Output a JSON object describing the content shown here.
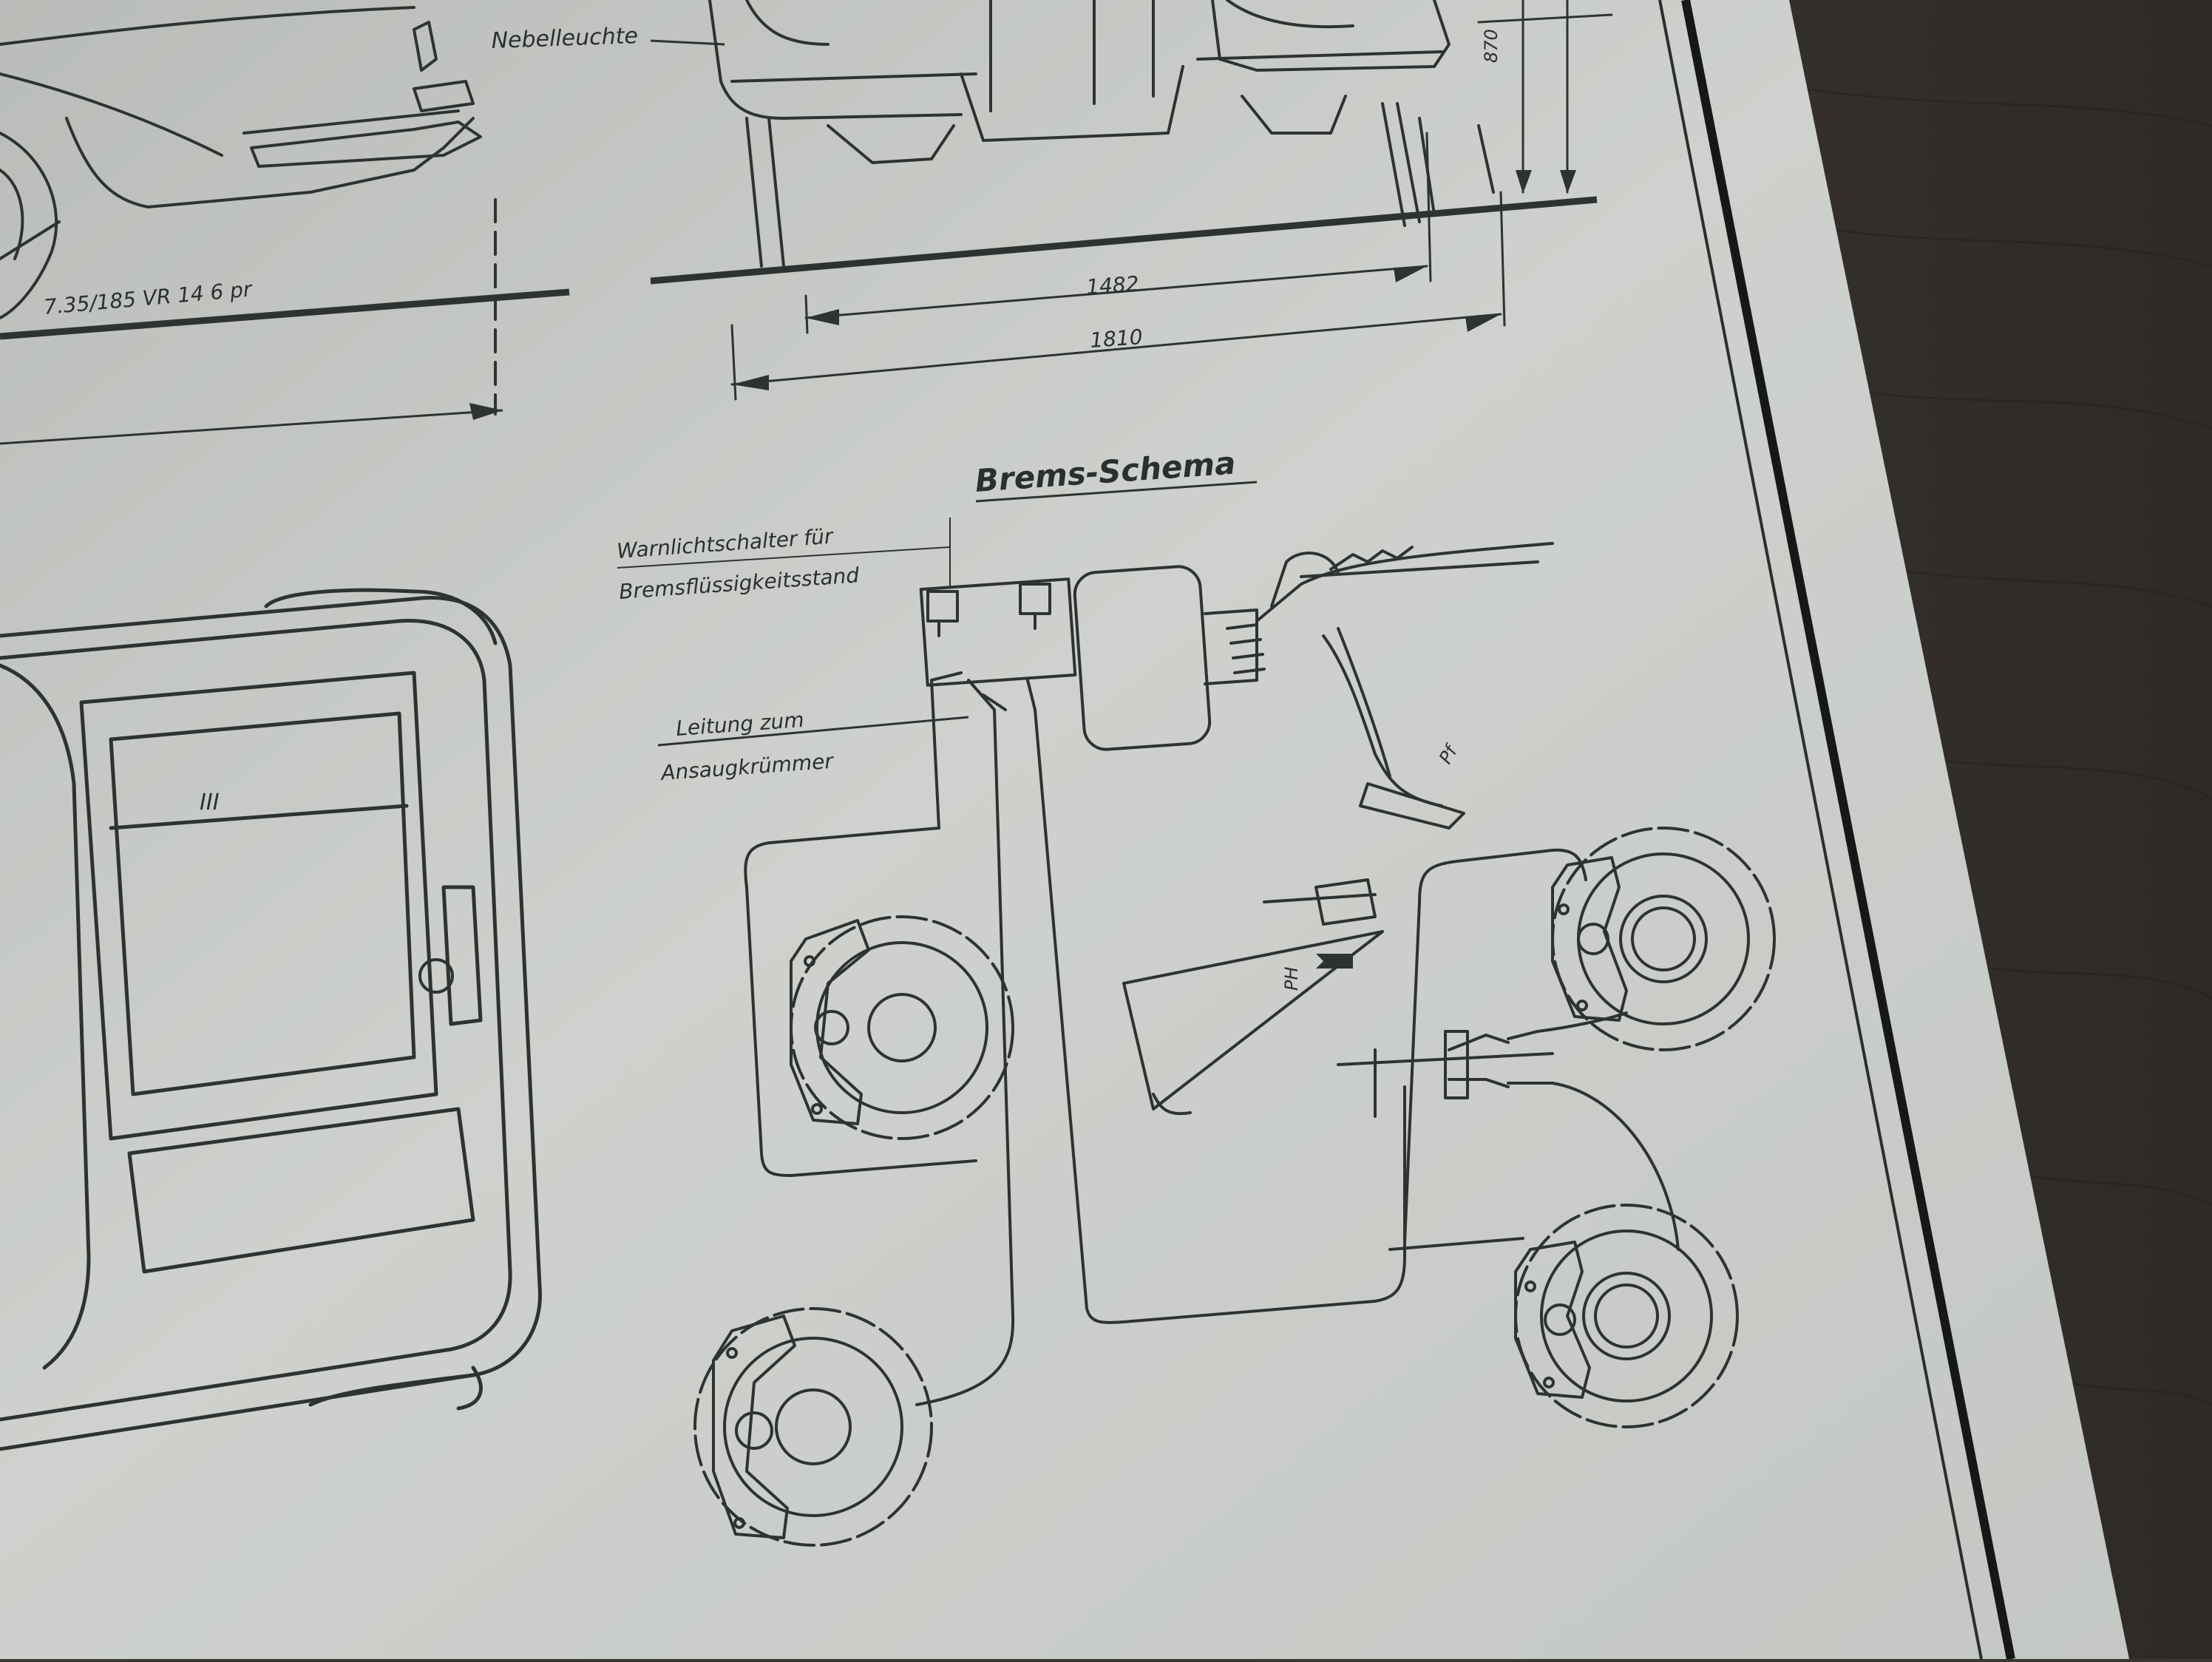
{
  "labels": {
    "fog_light": "Nebelleuchte",
    "tire_size": "7.35/185 VR 14  6 pr",
    "dim_track": "1482",
    "dim_width": "1810",
    "dim_height": "870",
    "section_title": "Brems-Schema",
    "warning_switch_line1": "Warnlichtschalter  für",
    "warning_switch_line2": "Bremsflüssigkeitsstand",
    "vacuum_line1": "Leitung  zum",
    "vacuum_line2": "Ansaugkrümmer",
    "roman_numeral": "III",
    "marker_pf": "Pf",
    "marker_ph": "PH"
  },
  "colors": {
    "paper": "#c9ccc8",
    "ink": "#2e3331",
    "table": "#3a3634"
  }
}
